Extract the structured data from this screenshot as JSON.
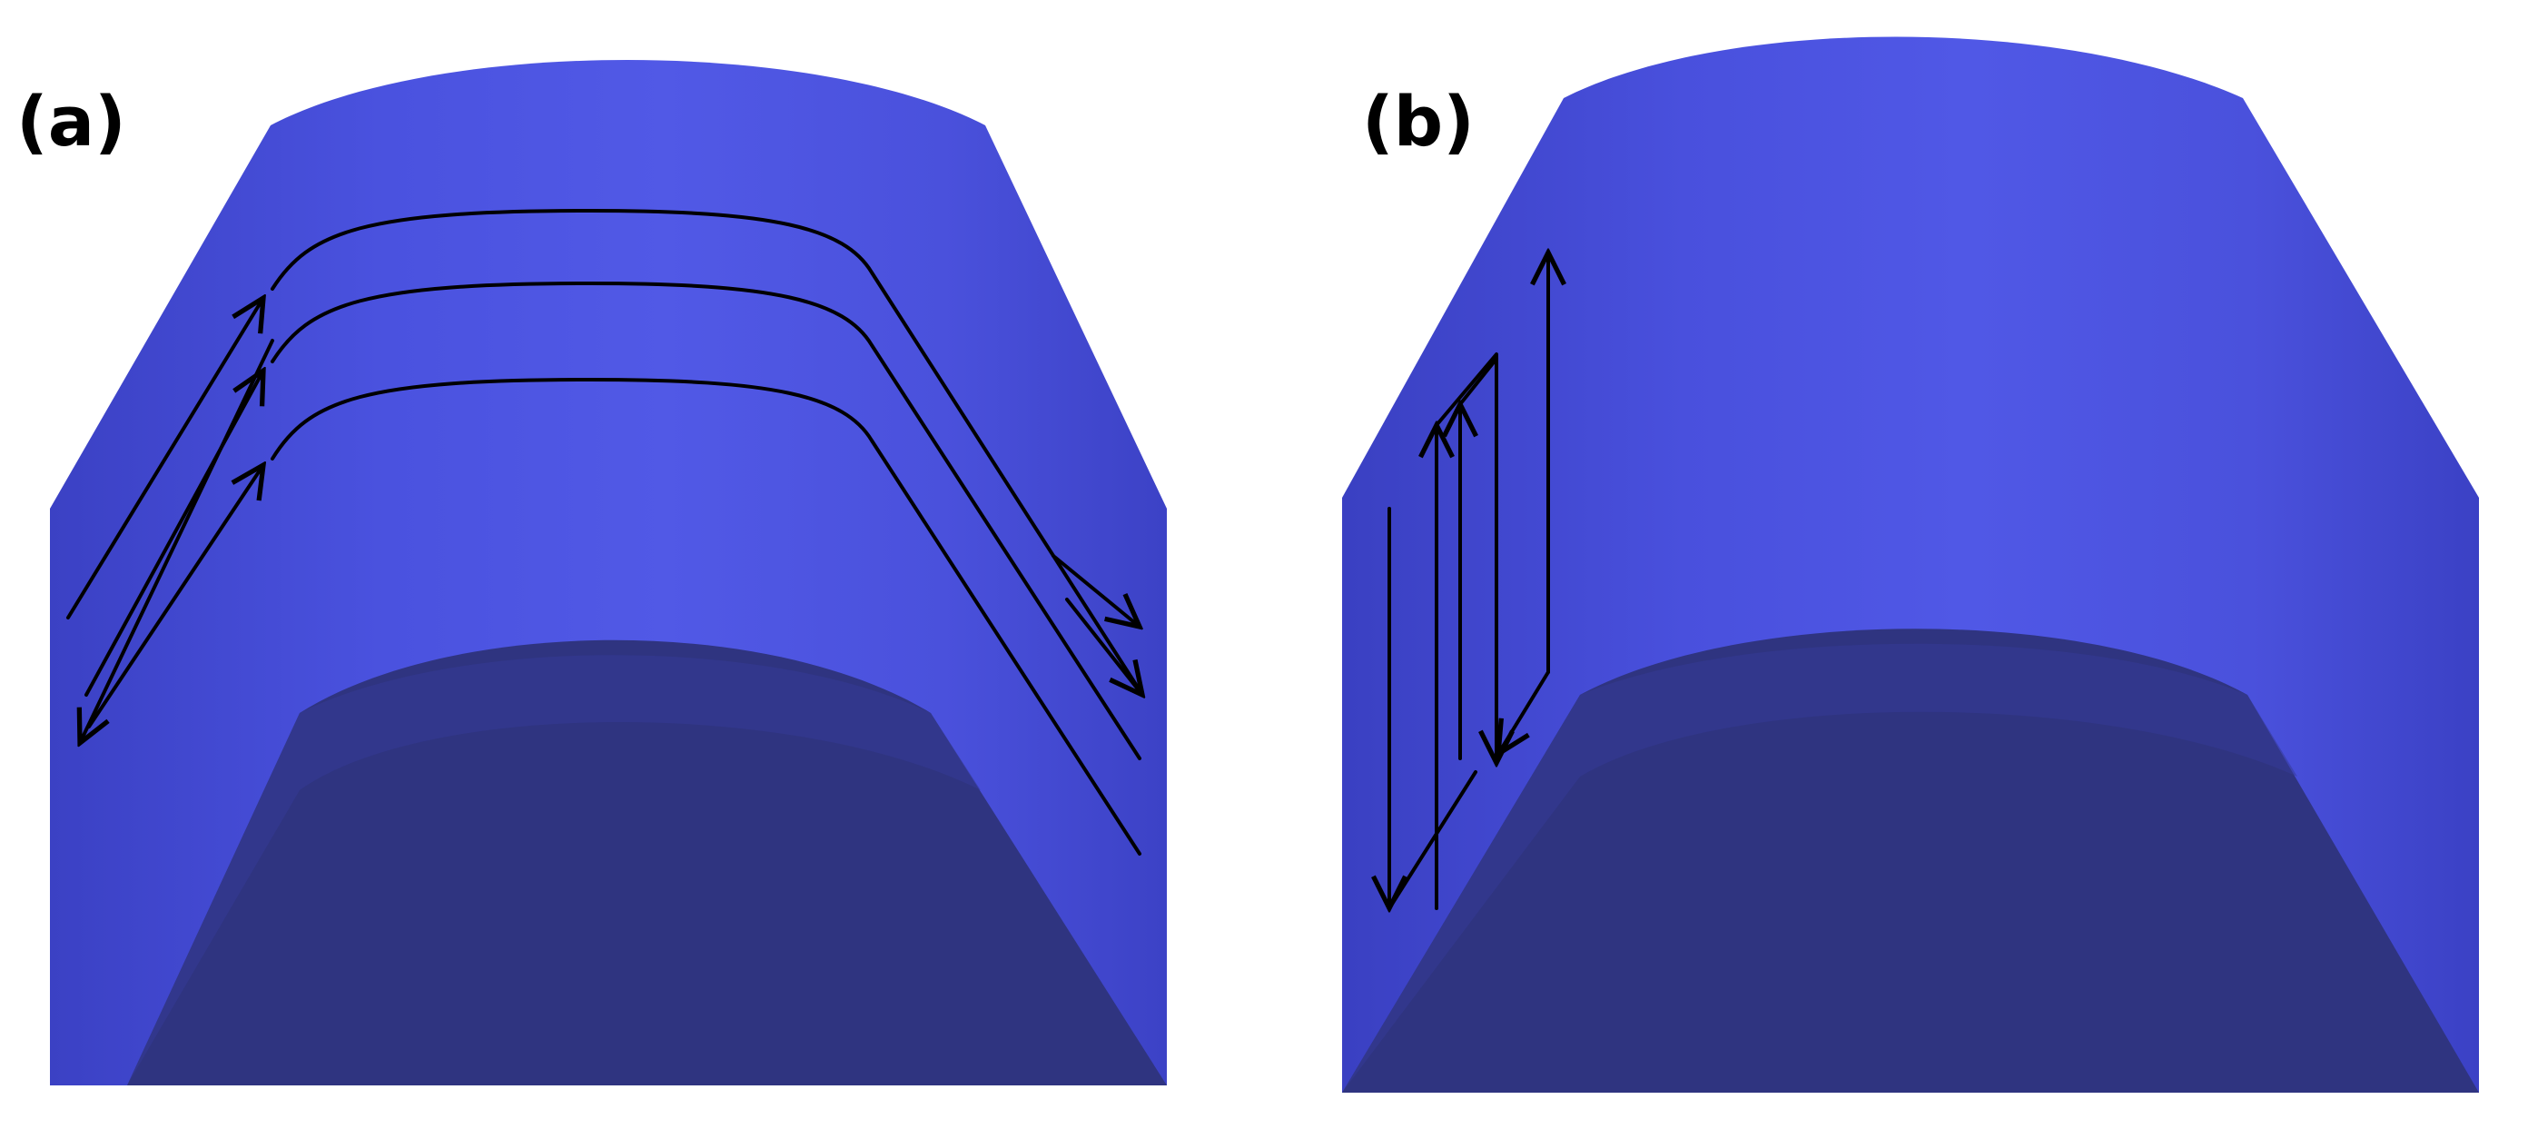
{
  "panels": [
    {
      "id": "a",
      "label": "(a)",
      "path_style": "transverse raster scan over the curved surface"
    },
    {
      "id": "b",
      "label": "(b)",
      "path_style": "longitudinal zig-zag raster on the side face"
    }
  ],
  "colors": {
    "surface_dark": "#3d43c9",
    "surface_light": "#5058e6",
    "end_face": "#2f3480",
    "end_face_edge": "#353a96",
    "path": "#000000",
    "background": "#ffffff"
  }
}
